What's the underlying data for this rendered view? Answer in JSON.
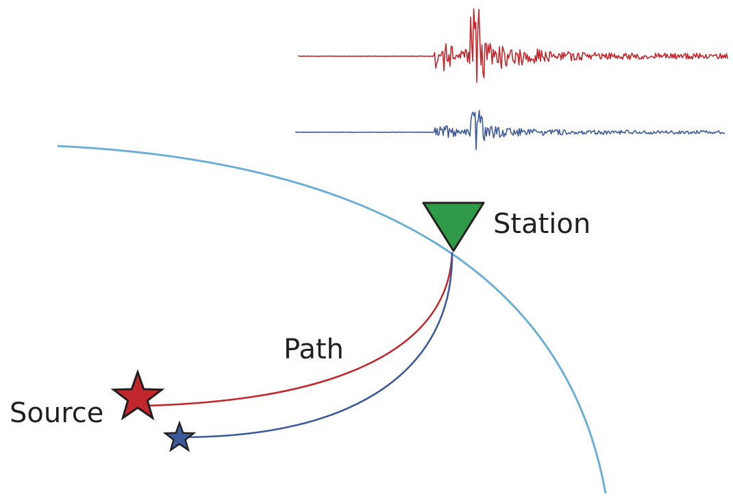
{
  "labels": {
    "station": "Station",
    "path": "Path",
    "source": "Source"
  },
  "colors": {
    "surface_curve": "#6baed6",
    "large_event": "#c1272d",
    "small_event": "#3c5a9a",
    "station_marker": "#2f9a48",
    "outline": "#231f20",
    "text": "#231f20"
  }
}
